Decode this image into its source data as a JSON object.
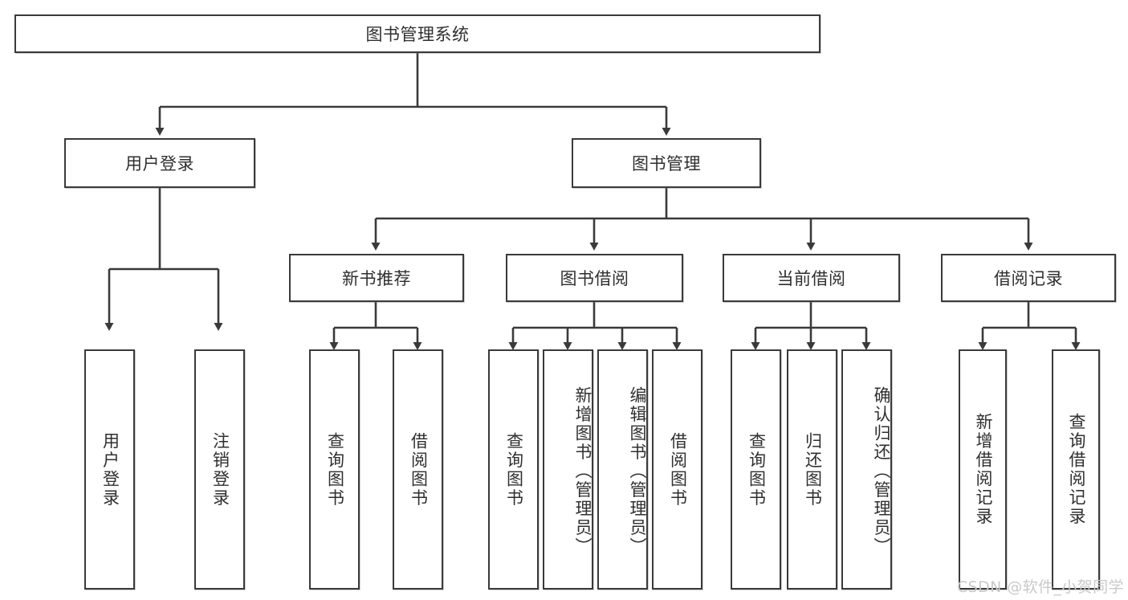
{
  "diagram": {
    "title": "图书管理系统",
    "type": "tree-hierarchy",
    "orientation": "top-down",
    "colors": {
      "stroke": "#3a3a3a",
      "fill": "#ffffff",
      "text": "#2f2f2f",
      "watermark": "#c9c9c9"
    },
    "root": {
      "label": "图书管理系统"
    },
    "level2": [
      {
        "label": "用户登录"
      },
      {
        "label": "图书管理"
      }
    ],
    "level3": [
      {
        "label": "新书推荐"
      },
      {
        "label": "图书借阅"
      },
      {
        "label": "当前借阅"
      },
      {
        "label": "借阅记录"
      }
    ],
    "leaves_user_login": [
      {
        "label": "用户登录"
      },
      {
        "label": "注销登录"
      }
    ],
    "leaves_new_book": [
      {
        "label": "查询图书"
      },
      {
        "label": "借阅图书"
      }
    ],
    "leaves_borrow": [
      {
        "label": "查询图书"
      },
      {
        "label": "新增图书（管理员）"
      },
      {
        "label": "编辑图书（管理员）"
      },
      {
        "label": "借阅图书"
      }
    ],
    "leaves_current": [
      {
        "label": "查询图书"
      },
      {
        "label": "归还图书"
      },
      {
        "label": "确认归还（管理员）"
      }
    ],
    "leaves_records": [
      {
        "label": "新增借阅记录"
      },
      {
        "label": "查询借阅记录"
      }
    ],
    "watermark": "CSDN @软件_小贺同学"
  }
}
